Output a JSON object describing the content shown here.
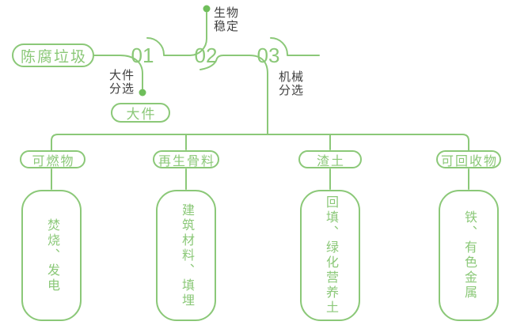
{
  "colors": {
    "accent_green": "#8BC878",
    "dot_green": "#6FBE5B",
    "label_dark": "#3F3F3F",
    "background": "#FFFFFF"
  },
  "flow": {
    "source": "陈腐垃圾",
    "steps": [
      {
        "number": "01",
        "process": [
          "大件",
          "分选"
        ],
        "output": "大件"
      },
      {
        "number": "02",
        "process": [
          "生物",
          "稳定"
        ]
      },
      {
        "number": "03",
        "process": [
          "机械",
          "分选"
        ]
      }
    ]
  },
  "branches": [
    {
      "category": "可燃物",
      "uses": "焚烧、发电"
    },
    {
      "category": "再生骨料",
      "uses": "建筑材料、填埋"
    },
    {
      "category": "渣土",
      "uses": "回填、绿化营养土"
    },
    {
      "category": "可回收物",
      "uses": "铁、有色金属"
    }
  ]
}
